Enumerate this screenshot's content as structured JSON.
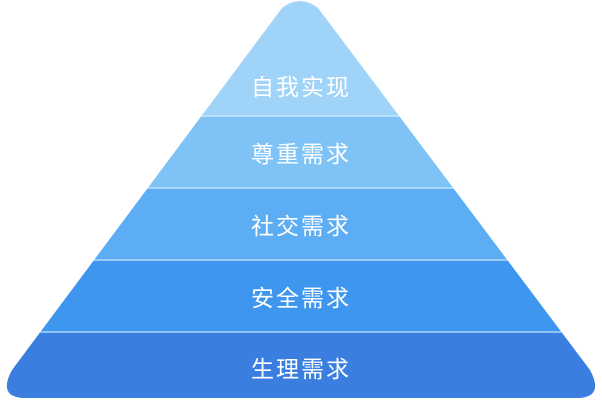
{
  "diagram": {
    "type": "pyramid",
    "levels": [
      {
        "label": "自我实现",
        "color": "#9fd3f8"
      },
      {
        "label": "尊重需求",
        "color": "#7fc2f6"
      },
      {
        "label": "社交需求",
        "color": "#5cadf4"
      },
      {
        "label": "安全需求",
        "color": "#3f96ee"
      },
      {
        "label": "生理需求",
        "color": "#3a7fe0"
      }
    ],
    "divider_color": "#b8e0fc"
  }
}
